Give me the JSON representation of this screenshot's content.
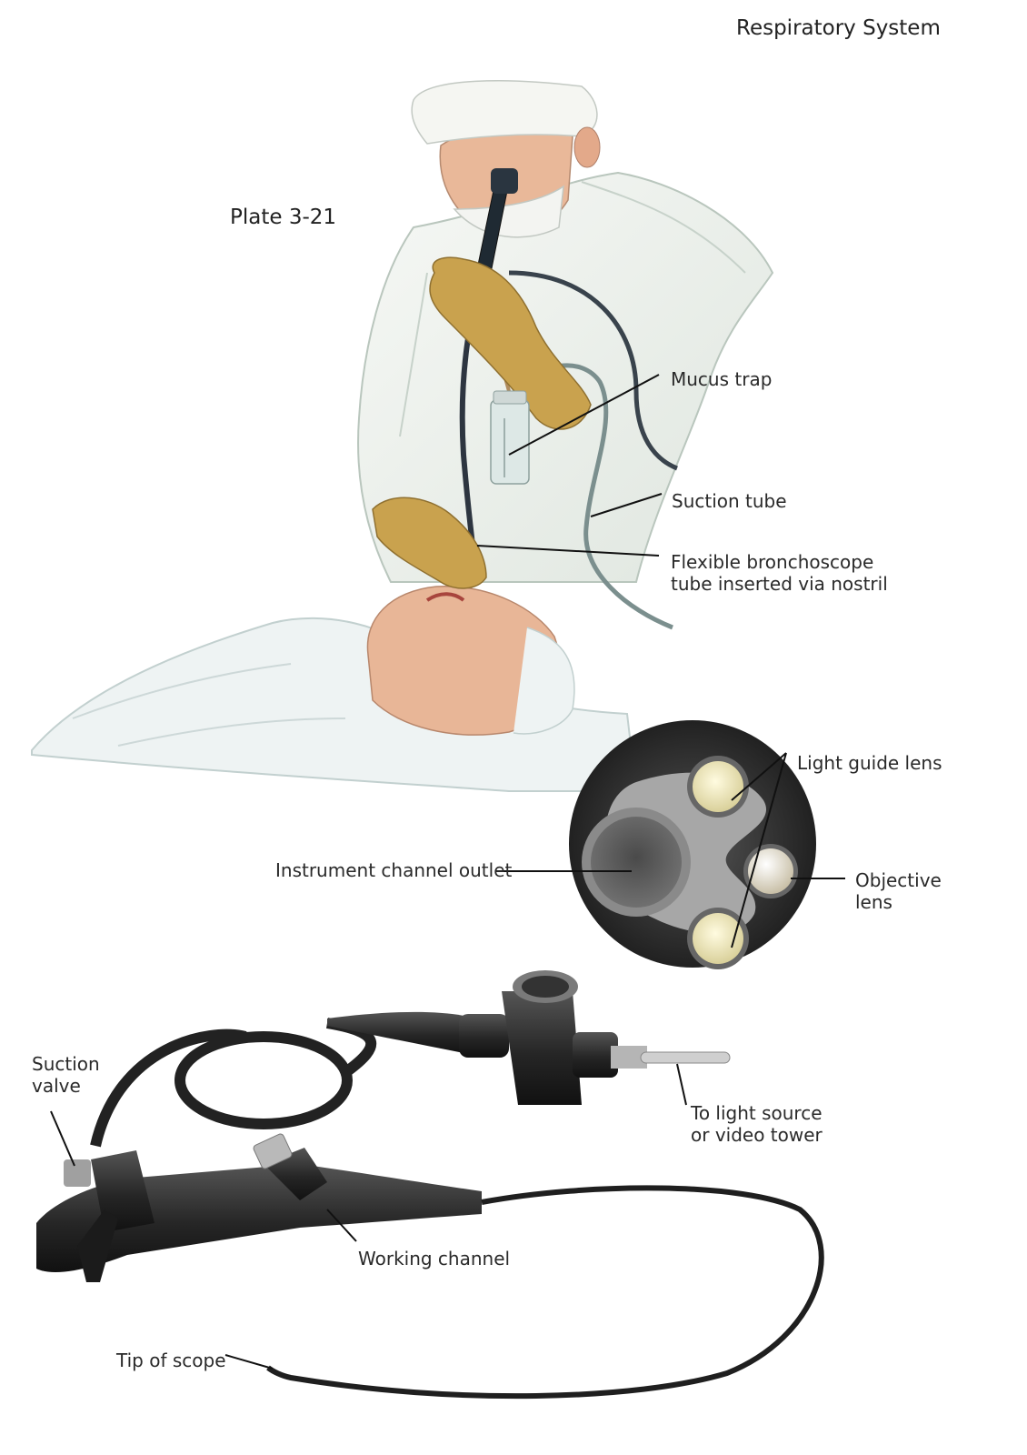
{
  "header": {
    "section": "Respiratory System",
    "plate": "Plate 3-21"
  },
  "labels": {
    "mucus_trap": "Mucus trap",
    "suction_tube": "Suction tube",
    "flexible_line1": "Flexible bronchoscope",
    "flexible_line2": "tube inserted via nostril",
    "light_guide_lens": "Light guide lens",
    "instrument_channel_outlet": "Instrument channel outlet",
    "objective_line1": "Objective",
    "objective_line2": "lens",
    "suction_valve_line1": "Suction",
    "suction_valve_line2": "valve",
    "light_source_line1": "To light source",
    "light_source_line2": "or video tower",
    "working_channel": "Working channel",
    "tip_of_scope": "Tip of scope"
  },
  "colors": {
    "gown": "#eef2ee",
    "glove": "#c9a24e",
    "skin": "#e8b79a",
    "scope": "#2b2b2b",
    "lens": "#f3efc2",
    "cap": "#3a3a3a"
  }
}
